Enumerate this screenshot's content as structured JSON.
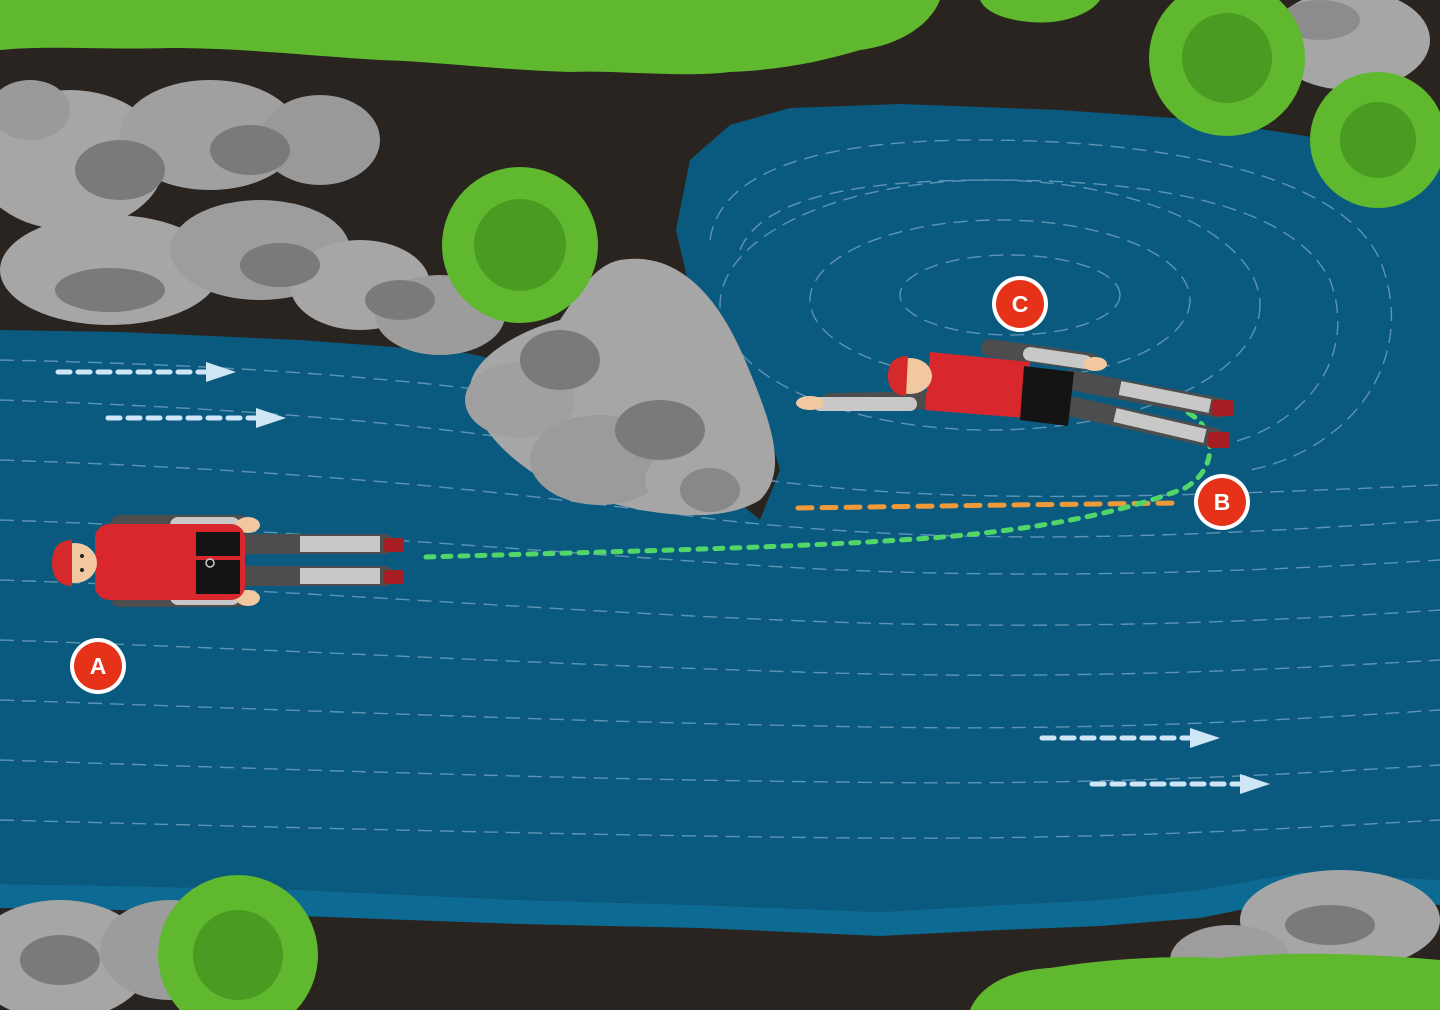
{
  "markers": {
    "a": {
      "label": "A"
    },
    "b": {
      "label": "B"
    },
    "c": {
      "label": "C"
    }
  },
  "colors": {
    "ground": "#2a2420",
    "water": "#0a5a80",
    "water_edge": "#0d6a93",
    "flow_line": "#5f93b4",
    "current_arrow": "#cfe6f6",
    "rock_light": "#a6a6a6",
    "rock_dark": "#7a7a7a",
    "bush": "#5fb82e",
    "bush_dark": "#2f7a19",
    "marker_fill": "#e53219",
    "marker_ring": "#ffffff",
    "path_swim": "#52d66a",
    "path_ferry": "#ee9a3a",
    "drysuit_top": "#d8282e",
    "drysuit_legs": "#4d4d4d",
    "drysuit_sleeves": "#c8c8c8",
    "shorts": "#141414",
    "helmet": "#d62a2a",
    "skin": "#f2c8a0",
    "booties": "#a61e22"
  },
  "icons": [
    "current-arrow-icon",
    "swimmer-icon",
    "bush-icon",
    "rock-icon"
  ]
}
